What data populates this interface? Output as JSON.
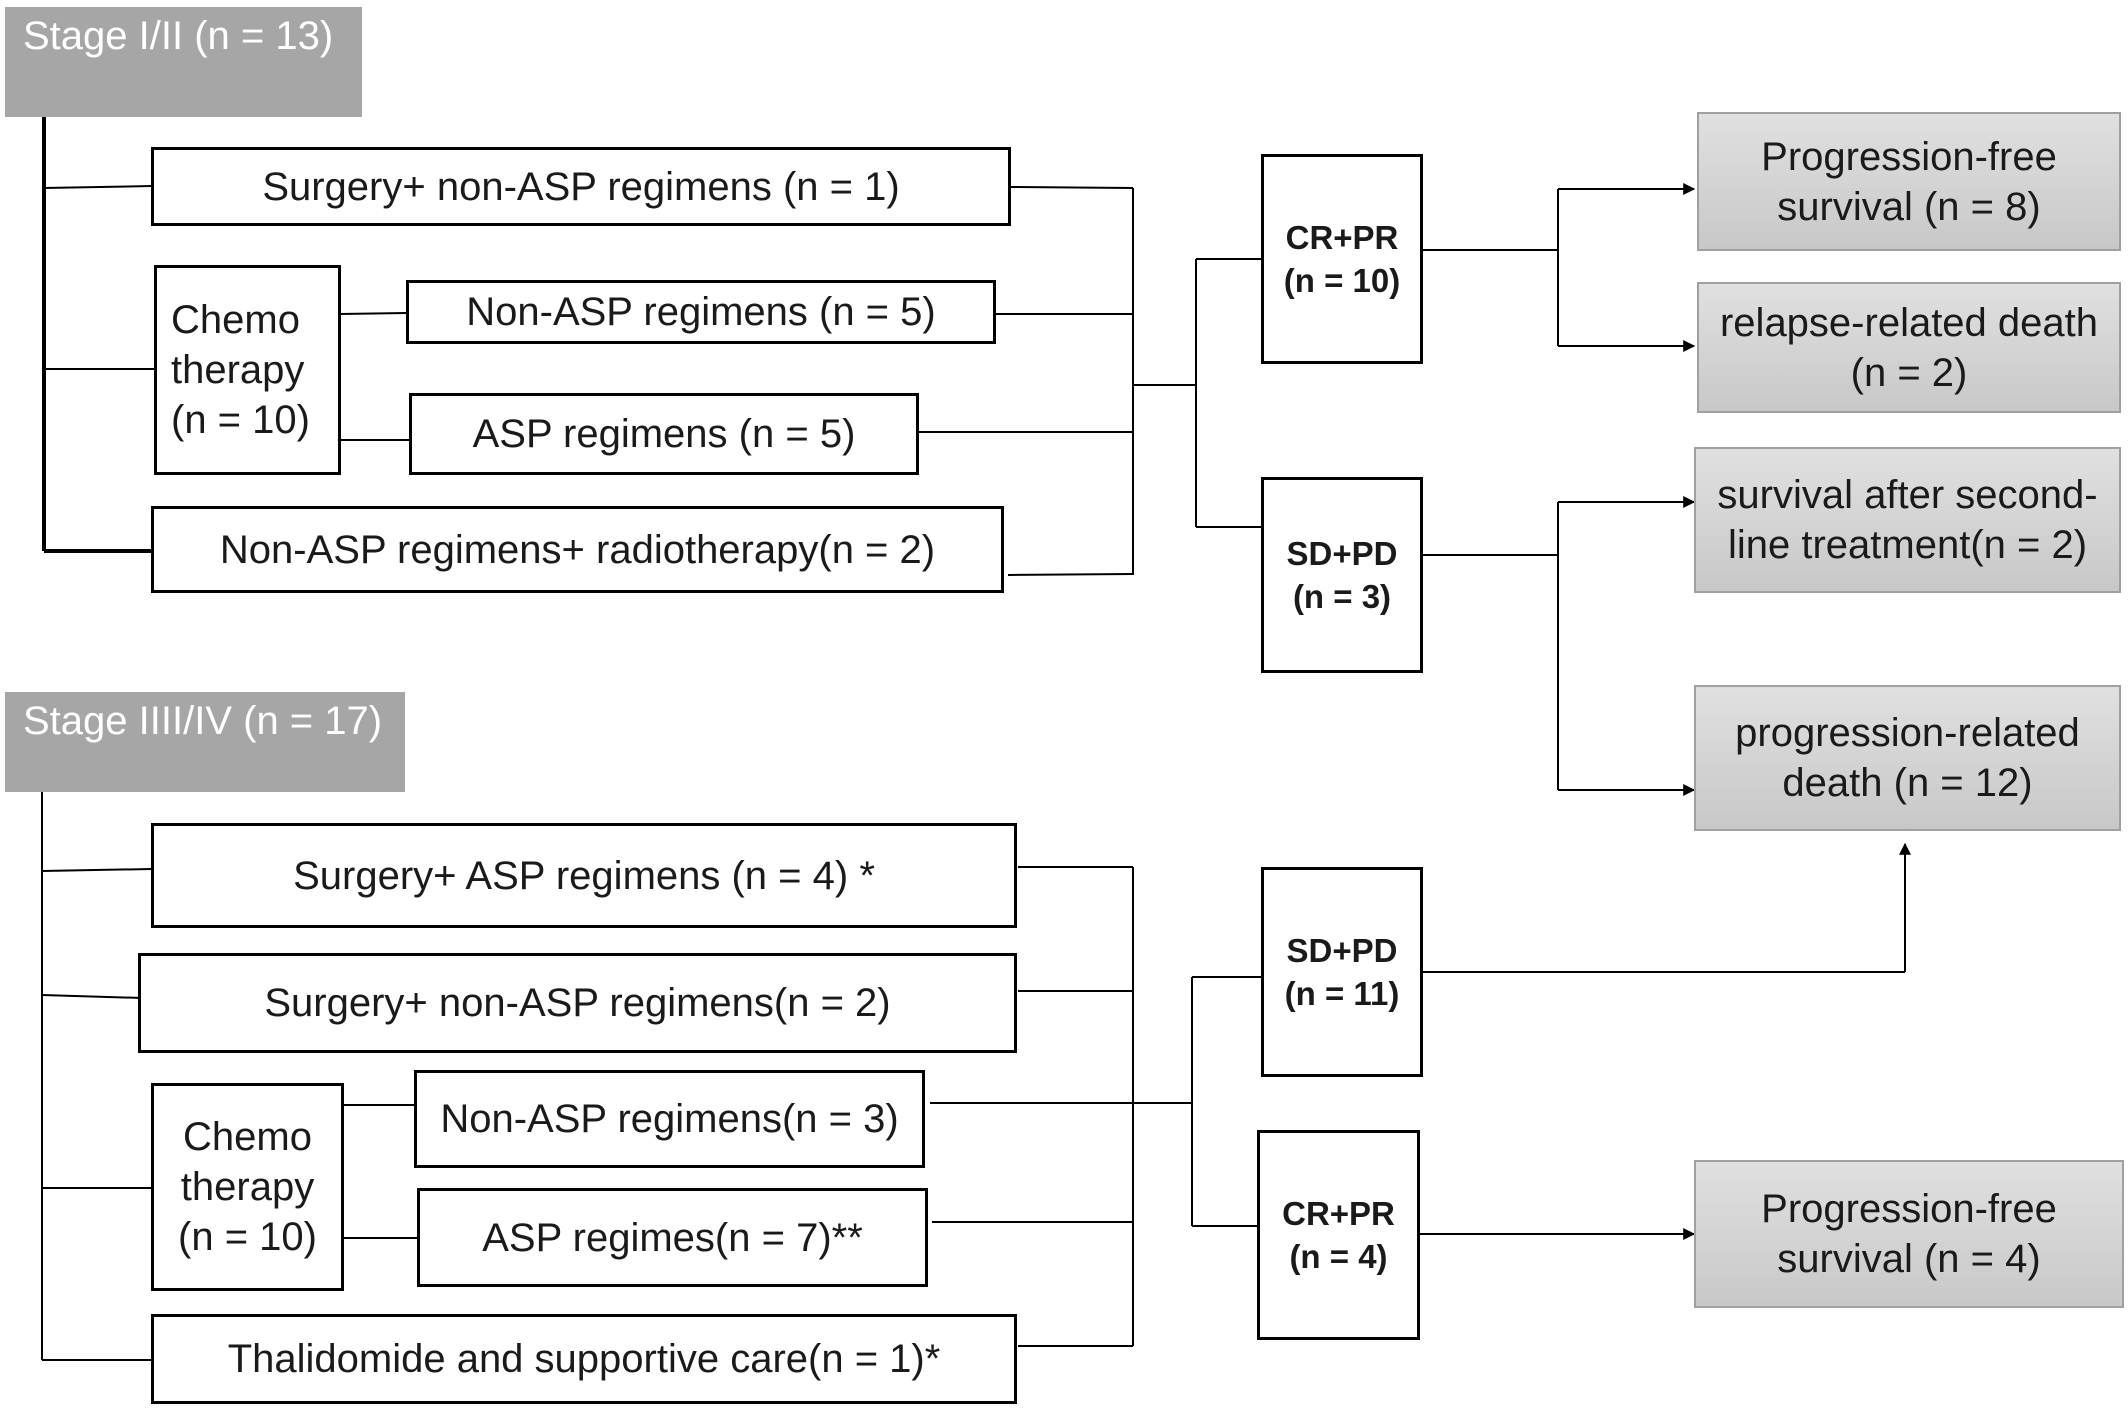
{
  "stage1": {
    "header": "Stage I/II (n = 13)",
    "treatments": [
      "Surgery+ non-ASP regimens (n = 1)",
      "Non-ASP regimens (n = 5)",
      "ASP regimens (n = 5)",
      "Non-ASP regimens+ radiotherapy(n = 2)"
    ],
    "chemo": "Chemo therapy (n = 10)",
    "responses": [
      "CR+PR (n = 10)",
      "SD+PD (n = 3)"
    ]
  },
  "stage3": {
    "header": "Stage IIII/IV (n = 17)",
    "treatments": [
      "Surgery+ ASP regimens (n = 4) *",
      "Surgery+ non-ASP regimens(n = 2)",
      "Non-ASP regimens(n = 3)",
      "ASP regimes(n = 7)**",
      "Thalidomide and supportive care(n = 1)*"
    ],
    "chemo": "Chemo therapy (n = 10)",
    "responses": [
      "SD+PD (n = 11)",
      "CR+PR (n = 4)"
    ]
  },
  "outcomes": [
    "Progression-free survival (n = 8)",
    "relapse-related death (n = 2)",
    "survival after second-line treatment(n = 2)",
    "progression-related death (n = 12)",
    "Progression-free survival (n = 4)"
  ]
}
